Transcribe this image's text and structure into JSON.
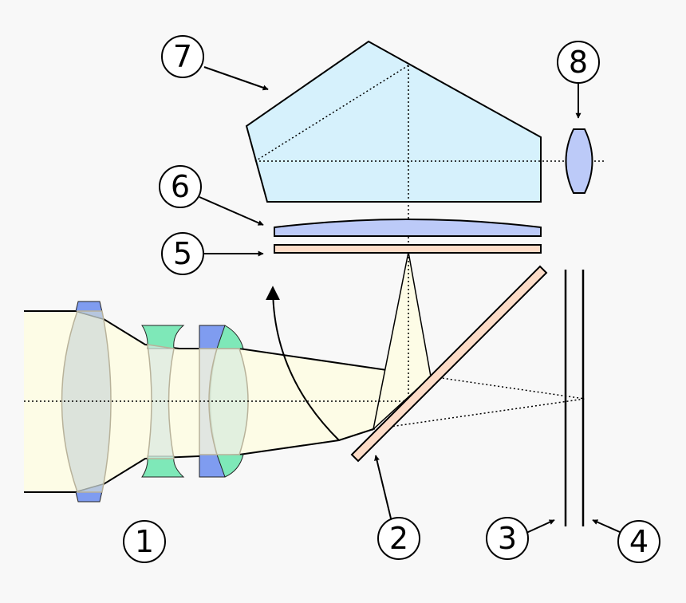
{
  "labels": {
    "l1": "1",
    "l2": "2",
    "l3": "3",
    "l4": "4",
    "l5": "5",
    "l6": "6",
    "l7": "7",
    "l8": "8"
  },
  "colors": {
    "background": "#f8f8f8",
    "light_beam": "#fdfce6",
    "lens_glass": "#e2e6e6",
    "lens_blue": "#7f9cf0",
    "lens_green": "#7ee8b8",
    "mirror": "#fcdcc8",
    "focusing_screen": "#fcdcc8",
    "condenser_lens": "#bccaf8",
    "pentaprism": "#d6f1fc",
    "eyepiece": "#bccaf8",
    "line": "#000000"
  }
}
